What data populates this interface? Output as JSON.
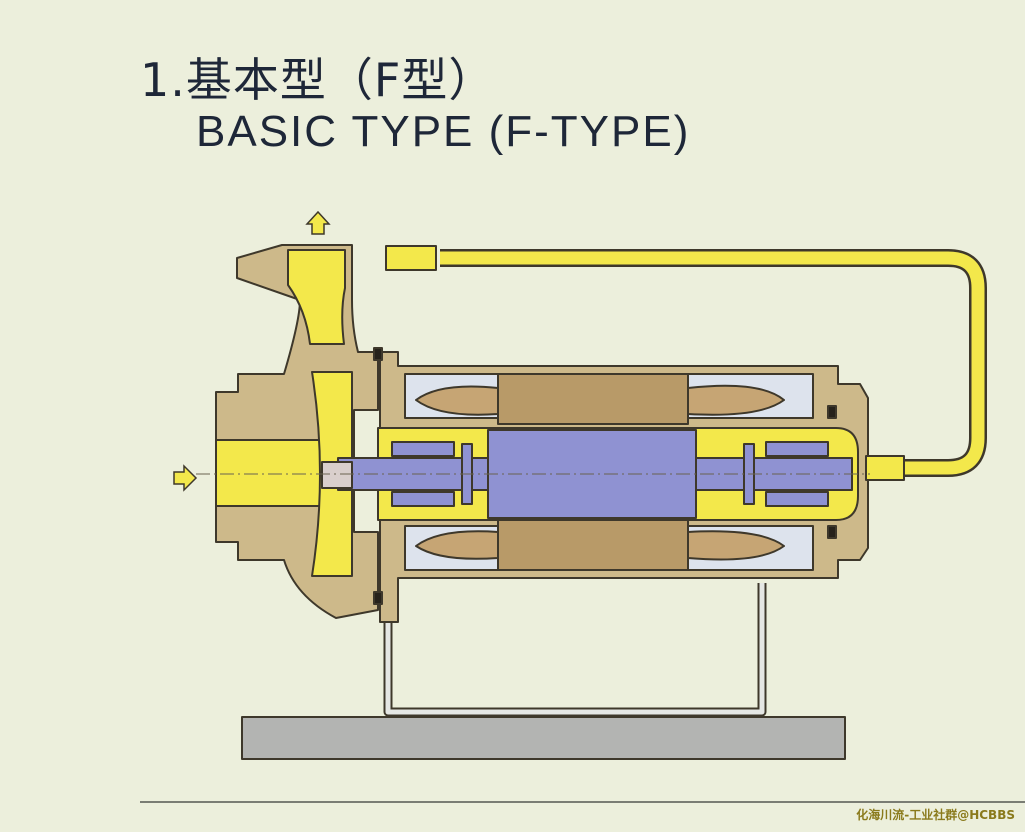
{
  "title": {
    "chinese": "1.基本型（F型）",
    "english": "BASIC TYPE (F-TYPE)"
  },
  "watermark": "化海川流-工业社群@HCBBS",
  "icons": [
    "flow-inlet-arrow-icon",
    "flow-outlet-arrow-icon"
  ],
  "colors": {
    "background": "#ecefdc",
    "casing": "#cdb98a",
    "casing_outline": "#3e382b",
    "fluid": "#f3e84b",
    "rotor": "#8f92d2",
    "stator_core": "#b89a68",
    "winding": "#dde3ed",
    "baseplate": "#b3b4b2",
    "title": "#1e2738"
  }
}
